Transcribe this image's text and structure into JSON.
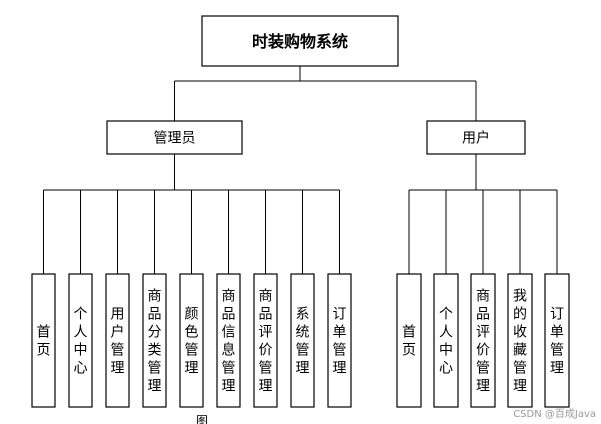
{
  "diagram": {
    "root": "时装购物系统",
    "branches": [
      {
        "label": "管理员",
        "children": [
          "首页",
          "个人中心",
          "用户管理",
          "商品分类管理",
          "颜色管理",
          "商品信息管理",
          "商品评价管理",
          "系统管理",
          "订单管理"
        ]
      },
      {
        "label": "用户",
        "children": [
          "首页",
          "个人中心",
          "商品评价管理",
          "我的收藏管理",
          "订单管理"
        ]
      }
    ]
  },
  "watermark": "CSDN @百成Java",
  "caption": "图"
}
